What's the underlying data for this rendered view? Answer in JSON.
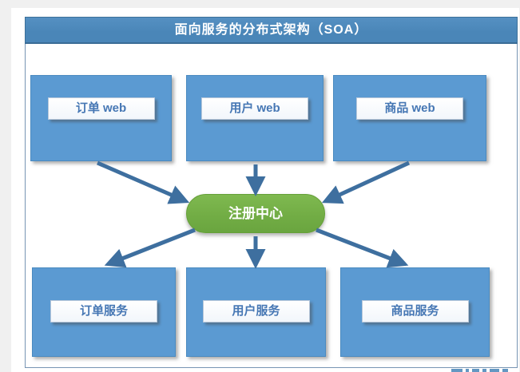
{
  "title": "面向服务的分布式架构（SOA）",
  "diagram": {
    "type": "architecture-diagram",
    "center": {
      "label": "注册中心"
    },
    "top_nodes": [
      {
        "label": "订单 web"
      },
      {
        "label": "用户 web"
      },
      {
        "label": "商品 web"
      }
    ],
    "bottom_nodes": [
      {
        "label": "订单服务"
      },
      {
        "label": "用户服务"
      },
      {
        "label": "商品服务"
      }
    ],
    "edges": [
      {
        "from": "订单 web",
        "to": "注册中心"
      },
      {
        "from": "用户 web",
        "to": "注册中心"
      },
      {
        "from": "商品 web",
        "to": "注册中心"
      },
      {
        "from": "注册中心",
        "to": "订单服务"
      },
      {
        "from": "注册中心",
        "to": "用户服务"
      },
      {
        "from": "注册中心",
        "to": "商品服务"
      }
    ]
  },
  "colors": {
    "outer_background": "#f0f0f0",
    "page_background": "#ffffff",
    "title_bar": "#4a86b8",
    "frame_border": "#7795b3",
    "node_fill": "#5b9ad2",
    "node_border": "#4a8ac0",
    "label_text": "#4677b4",
    "registry_fill": "#72ad45",
    "arrow": "#3e6f9f",
    "title_text": "#ffffff",
    "registry_text": "#ffffff"
  }
}
